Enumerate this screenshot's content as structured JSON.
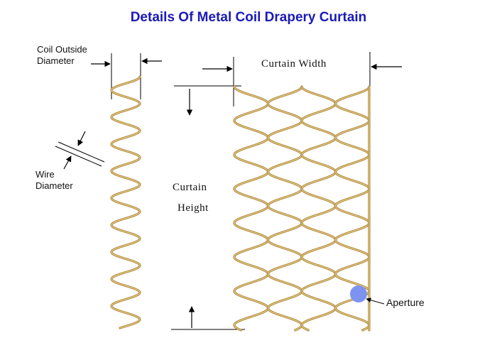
{
  "title": "Details Of Metal Coil Drapery Curtain",
  "labels": {
    "coil_outside_diameter_1": "Coil Outside",
    "coil_outside_diameter_2": "Diameter",
    "wire_diameter_1": "Wire",
    "wire_diameter_2": "Diameter",
    "curtain_width": "Curtain Width",
    "curtain_height_1": "Curtain",
    "curtain_height_2": "Height",
    "aperture": "Aperture"
  },
  "colors": {
    "title": "#1a1ab8",
    "metal": "#b08a3a",
    "metal_highlight": "#ecd49a",
    "aperture": "#7e93f0",
    "lines": "#000000"
  }
}
